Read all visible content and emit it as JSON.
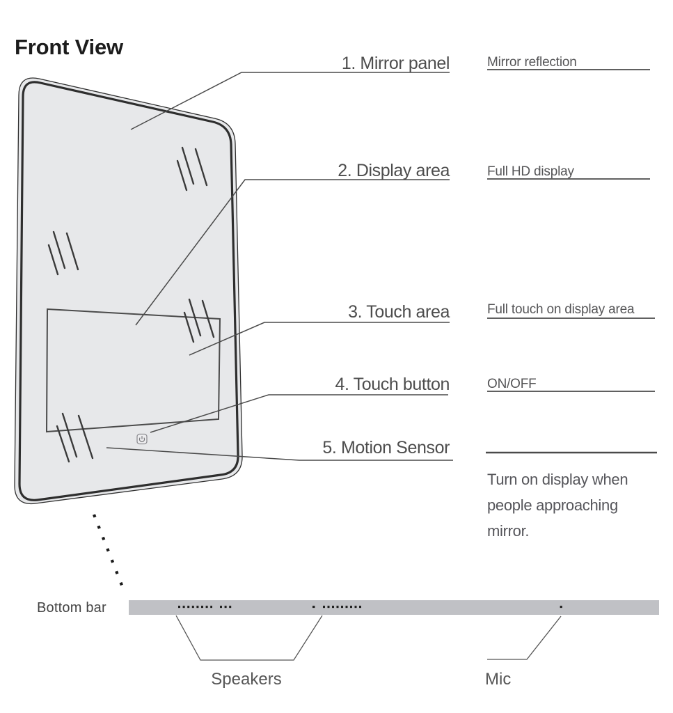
{
  "title": "Front View",
  "callouts": [
    {
      "label": "1. Mirror panel",
      "value": "Mirror reflection"
    },
    {
      "label": "2. Display area",
      "value": "Full HD display"
    },
    {
      "label": "3. Touch area",
      "value": "Full touch on display area"
    },
    {
      "label": "4. Touch button",
      "value": "ON/OFF"
    },
    {
      "label": "5. Motion Sensor",
      "value": ""
    }
  ],
  "motion_sensor_note": "Turn on display when people approaching mirror.",
  "bottom": {
    "bar_label": "Bottom bar",
    "speakers_label": "Speakers",
    "mic_label": "Mic"
  },
  "colors": {
    "mirror_fill": "#e7e8ea",
    "outline": "#2e2e2e",
    "line": "#4a4a4a",
    "bar_fill": "#c0c1c5",
    "text": "#4d4d4d"
  }
}
